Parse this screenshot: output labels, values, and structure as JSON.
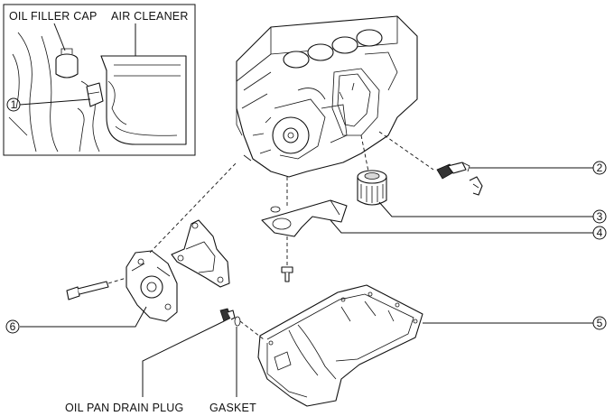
{
  "labels": {
    "oil_filler_cap": "OIL FILLER CAP",
    "air_cleaner": "AIR CLEANER",
    "oil_pan_drain_plug": "OIL PAN DRAIN PLUG",
    "gasket": "GASKET"
  },
  "callouts": [
    {
      "id": "1",
      "text": "1"
    },
    {
      "id": "2",
      "text": "2"
    },
    {
      "id": "3",
      "text": "3"
    },
    {
      "id": "4",
      "text": "4"
    },
    {
      "id": "5",
      "text": "5"
    },
    {
      "id": "6",
      "text": "6"
    }
  ]
}
